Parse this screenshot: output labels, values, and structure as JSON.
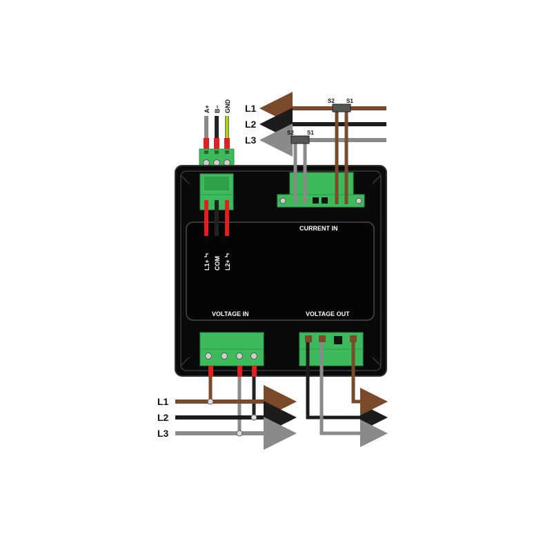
{
  "colors": {
    "phase_l1": "#7a4a2a",
    "phase_l2": "#1c1c1c",
    "phase_l3": "#8a8a8a",
    "terminal_green": "#3dbb5c",
    "terminal_green_dark": "#2a9344",
    "housing": "#0a0a0a",
    "red_lead": "#e02020",
    "label_white": "#ffffff"
  },
  "comm_terminal": {
    "pins": [
      {
        "label": "A+"
      },
      {
        "label": "B−"
      },
      {
        "label": "GND"
      }
    ]
  },
  "current_in": {
    "title": "CURRENT IN",
    "lines": [
      {
        "name": "L1"
      },
      {
        "name": "L2"
      },
      {
        "name": "L3"
      }
    ],
    "ct_l1": {
      "s2": "S2",
      "s1": "S1"
    },
    "ct_l3": {
      "s2": "S2",
      "s1": "S1"
    }
  },
  "voltage_in": {
    "title": "VOLTAGE IN",
    "pins": [
      {
        "label": "L1+"
      },
      {
        "label": "COM"
      },
      {
        "label": "L2+"
      }
    ],
    "lines": [
      {
        "name": "L1"
      },
      {
        "name": "L2"
      },
      {
        "name": "L3"
      }
    ]
  },
  "voltage_out": {
    "title": "VOLTAGE OUT"
  }
}
